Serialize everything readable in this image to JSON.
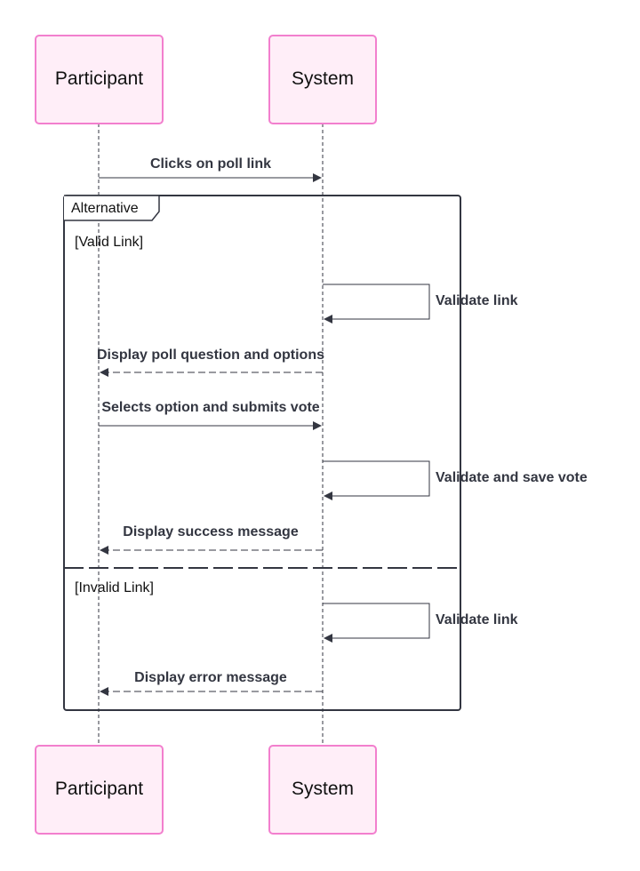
{
  "colors": {
    "actor_fill": "#ffeef8",
    "actor_stroke": "#f27fce",
    "line": "#333641",
    "text": "#333641"
  },
  "participants": {
    "participant": "Participant",
    "system": "System"
  },
  "frame": {
    "label": "Alternative",
    "condition_valid": "[Valid Link]",
    "condition_invalid": "[Invalid Link]"
  },
  "messages": {
    "m1": "Clicks on poll link",
    "m2": "Validate link",
    "m3": "Display poll question and options",
    "m4": "Selects option and submits vote",
    "m5": "Validate and save vote",
    "m6": "Display success message",
    "m7": "Validate link",
    "m8": "Display error message"
  }
}
